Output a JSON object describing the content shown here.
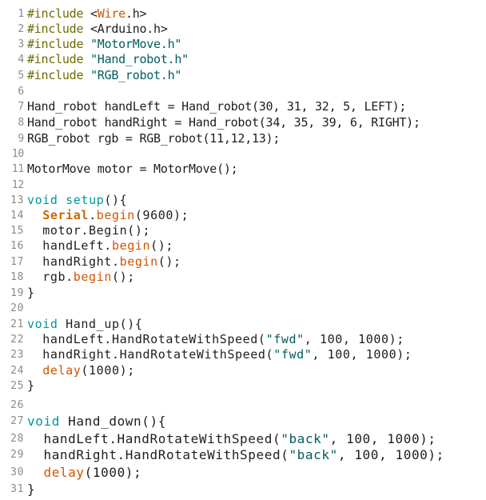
{
  "colors": {
    "preprocessor": "#6b6b00",
    "keyword": "#00979c",
    "function": "#d35400",
    "class": "#cc6600",
    "string": "#005c5f",
    "text": "#1e1e1e",
    "line_number": "#8a8a8a"
  },
  "lines": [
    {
      "num": "1",
      "tokens": [
        {
          "t": "#include",
          "c": "pp"
        },
        {
          "t": " "
        },
        {
          "t": "<"
        },
        {
          "t": "Wire",
          "c": "inc"
        },
        {
          "t": ".h>"
        }
      ]
    },
    {
      "num": "2",
      "tokens": [
        {
          "t": "#include",
          "c": "pp"
        },
        {
          "t": " <Arduino.h>"
        }
      ]
    },
    {
      "num": "3",
      "tokens": [
        {
          "t": "#include",
          "c": "pp"
        },
        {
          "t": " "
        },
        {
          "t": "\"MotorMove.h\"",
          "c": "str"
        }
      ]
    },
    {
      "num": "4",
      "tokens": [
        {
          "t": "#include",
          "c": "pp"
        },
        {
          "t": " "
        },
        {
          "t": "\"Hand_robot.h\"",
          "c": "str"
        }
      ]
    },
    {
      "num": "5",
      "tokens": [
        {
          "t": "#include",
          "c": "pp"
        },
        {
          "t": " "
        },
        {
          "t": "\"RGB_robot.h\"",
          "c": "str"
        }
      ]
    },
    {
      "num": "6",
      "tokens": []
    },
    {
      "num": "7",
      "tokens": [
        {
          "t": "Hand_robot handLeft = Hand_robot(30, 31, 32, 5, LEFT);"
        }
      ]
    },
    {
      "num": "8",
      "tokens": [
        {
          "t": "Hand_robot handRight = Hand_robot(34, 35, 39, 6, RIGHT);"
        }
      ]
    },
    {
      "num": "9",
      "tokens": [
        {
          "t": "RGB_robot rgb = RGB_robot(11,12,13);"
        }
      ]
    },
    {
      "num": "10",
      "tokens": []
    },
    {
      "num": "11",
      "tokens": [
        {
          "t": "MotorMove motor = MotorMove();"
        }
      ]
    },
    {
      "num": "12",
      "tokens": []
    },
    {
      "num": "13",
      "tokens": [
        {
          "t": "void",
          "c": "kw"
        },
        {
          "t": " "
        },
        {
          "t": "setup",
          "c": "kw"
        },
        {
          "t": "(){"
        }
      ]
    },
    {
      "num": "14",
      "tokens": [
        {
          "t": "  "
        },
        {
          "t": "Serial",
          "c": "cls"
        },
        {
          "t": "."
        },
        {
          "t": "begin",
          "c": "fn"
        },
        {
          "t": "(9600);"
        }
      ]
    },
    {
      "num": "15",
      "tokens": [
        {
          "t": "  motor.Begin();"
        }
      ]
    },
    {
      "num": "16",
      "tokens": [
        {
          "t": "  handLeft."
        },
        {
          "t": "begin",
          "c": "fn"
        },
        {
          "t": "();"
        }
      ]
    },
    {
      "num": "17",
      "tokens": [
        {
          "t": "  handRight."
        },
        {
          "t": "begin",
          "c": "fn"
        },
        {
          "t": "();"
        }
      ]
    },
    {
      "num": "18",
      "tokens": [
        {
          "t": "  rgb."
        },
        {
          "t": "begin",
          "c": "fn"
        },
        {
          "t": "();"
        }
      ]
    },
    {
      "num": "19",
      "tokens": [
        {
          "t": "}"
        }
      ]
    },
    {
      "num": "20",
      "tokens": []
    },
    {
      "num": "21",
      "tokens": [
        {
          "t": "void",
          "c": "kw"
        },
        {
          "t": " Hand_up(){"
        }
      ]
    },
    {
      "num": "22",
      "tokens": [
        {
          "t": "  handLeft.HandRotateWithSpeed("
        },
        {
          "t": "\"fwd\"",
          "c": "str"
        },
        {
          "t": ", 100, 1000);"
        }
      ]
    },
    {
      "num": "23",
      "tokens": [
        {
          "t": "  handRight.HandRotateWithSpeed("
        },
        {
          "t": "\"fwd\"",
          "c": "str"
        },
        {
          "t": ", 100, 1000);"
        }
      ]
    },
    {
      "num": "24",
      "tokens": [
        {
          "t": "  "
        },
        {
          "t": "delay",
          "c": "fn"
        },
        {
          "t": "(1000);"
        }
      ]
    },
    {
      "num": "25",
      "tokens": [
        {
          "t": "}"
        }
      ]
    },
    {
      "num": "26",
      "tokens": []
    },
    {
      "num": "27",
      "tokens": [
        {
          "t": "void",
          "c": "kw"
        },
        {
          "t": " Hand_down(){"
        }
      ]
    },
    {
      "num": "28",
      "tokens": [
        {
          "t": "  handLeft.HandRotateWithSpeed("
        },
        {
          "t": "\"back\"",
          "c": "str"
        },
        {
          "t": ", 100, 1000);"
        }
      ]
    },
    {
      "num": "29",
      "tokens": [
        {
          "t": "  handRight.HandRotateWithSpeed("
        },
        {
          "t": "\"back\"",
          "c": "str"
        },
        {
          "t": ", 100, 1000);"
        }
      ]
    },
    {
      "num": "30",
      "tokens": [
        {
          "t": "  "
        },
        {
          "t": "delay",
          "c": "fn"
        },
        {
          "t": "(1000);"
        }
      ]
    },
    {
      "num": "31",
      "tokens": [
        {
          "t": "}"
        }
      ]
    }
  ]
}
